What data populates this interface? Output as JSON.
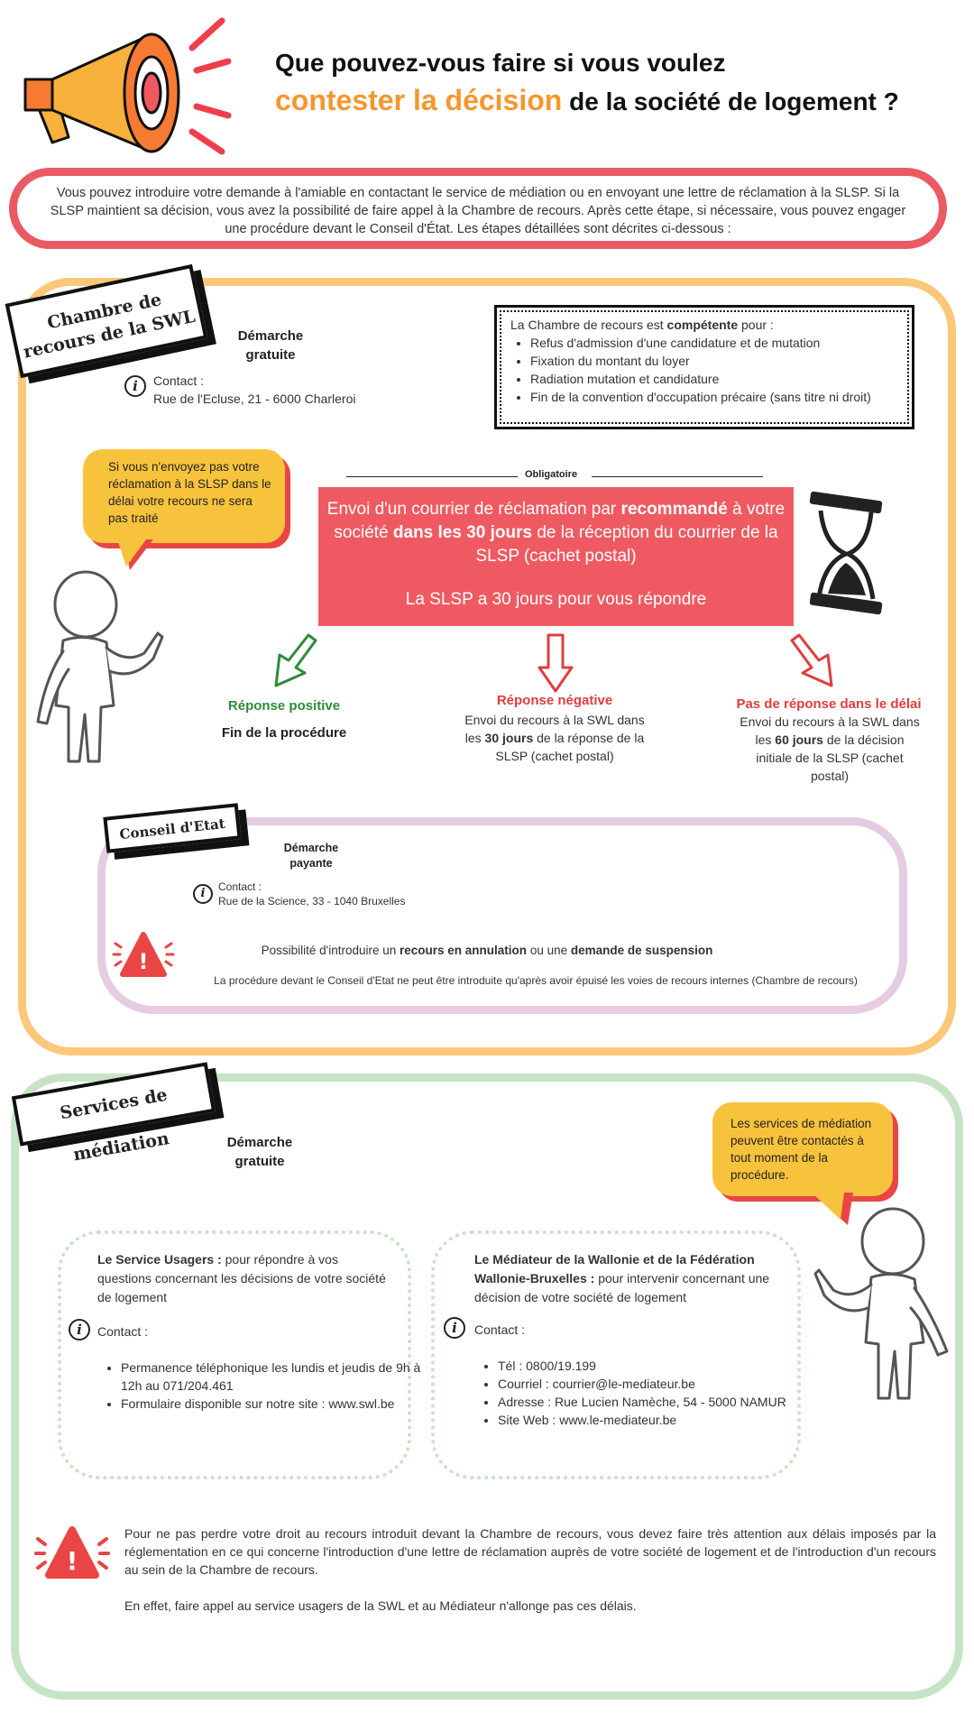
{
  "header": {
    "title_line1": "Que pouvez-vous faire si vous voulez",
    "title_highlight": "contester la décision",
    "title_rest": "de la société de logement ?"
  },
  "intro": {
    "text": "Vous pouvez introduire votre demande à l'amiable en contactant le service de médiation ou en envoyant une lettre de réclamation à la SLSP. Si la SLSP maintient sa décision, vous avez la possibilité de faire appel à la Chambre de recours. Après cette étape, si nécessaire, vous pouvez engager une procédure devant le Conseil d'État. Les étapes détaillées sont décrites ci-dessous :"
  },
  "chambre": {
    "tag": "Chambre de recours de la SWL",
    "demarche": "Démarche gratuite",
    "contact_label": "Contact :",
    "contact_address": "Rue de l'Ecluse, 21 - 6000 Charleroi",
    "competent_intro": "La Chambre de recours est",
    "competent_bold": "compétente",
    "competent_after": "pour :",
    "competent_items": [
      "Refus d'admission d'une candidature et de mutation",
      "Fixation du montant du loyer",
      "Radiation mutation et candidature",
      "Fin de la convention d'occupation précaire (sans titre ni droit)"
    ],
    "bubble": "Si vous n'envoyez pas votre réclamation à la SLSP dans le délai votre recours ne sera pas traité",
    "obligatoire": "Obligatoire",
    "envoi_a": "Envoi d'un courrier de réclamation par",
    "envoi_b": "recommandé",
    "envoi_c": "à votre société",
    "envoi_d": "dans les 30 jours",
    "envoi_e": "de la réception du courrier de la SLSP (cachet postal)",
    "slsp_30": "La SLSP a 30 jours pour vous répondre",
    "positive_title": "Réponse positive",
    "positive_text": "Fin de la procédure",
    "negative_title": "Réponse négative",
    "negative_a": "Envoi du recours à la SWL dans les",
    "negative_b": "30 jours",
    "negative_c": "de la réponse de la SLSP (cachet postal)",
    "noreply_title": "Pas de réponse dans le délai",
    "noreply_a": "Envoi du recours à la SWL dans les",
    "noreply_b": "60 jours",
    "noreply_c": "de la décision initiale de la SLSP (cachet postal)"
  },
  "conseil": {
    "tag": "Conseil d'Etat",
    "demarche": "Démarche payante",
    "contact_label": "Contact :",
    "contact_address": "Rue de la Science, 33 - 1040 Bruxelles",
    "possibility_a": "Possibilité d'introduire un",
    "possibility_b": "recours en annulation",
    "possibility_c": "ou une",
    "possibility_d": "demande de suspension",
    "note": "La procédure devant le Conseil d'Etat ne peut être introduite qu'après avoir épuisé les voies de recours internes (Chambre de recours)"
  },
  "mediation": {
    "tag": "Services de médiation",
    "demarche": "Démarche gratuite",
    "bubble": "Les services de médiation peuvent être contactés à tout moment de la procédure.",
    "usagers_bold": "Le Service Usagers :",
    "usagers_text": "pour répondre à vos questions concernant les décisions de votre société de logement",
    "usagers_contact": "Contact :",
    "usagers_items": [
      "Permanence téléphonique les lundis et jeudis de 9h à 12h au 071/204.461",
      "Formulaire disponible sur notre site : www.swl.be"
    ],
    "mediateur_bold": "Le Médiateur de la Wallonie et de la Fédération Wallonie-Bruxelles :",
    "mediateur_text": "pour intervenir concernant une décision de votre société de logement",
    "mediateur_contact": "Contact :",
    "mediateur_items": [
      "Tél : 0800/19.199",
      "Courriel : courrier@le-mediateur.be",
      "Adresse : Rue Lucien Namèche, 54 - 5000 NAMUR",
      "Site Web : www.le-mediateur.be"
    ],
    "warning_p1": "Pour ne pas perdre votre droit au recours introduit devant la Chambre de recours, vous devez faire très attention aux délais imposés par la réglementation en ce qui concerne l'introduction d'une lettre de réclamation auprès de votre société de logement et de l'introduction d'un recours au sein de la Chambre de recours.",
    "warning_p2": "En effet, faire appel au service usagers de la SWL et au Médiateur n'allonge pas ces délais."
  },
  "icons": {
    "info": "i",
    "warning": "!"
  },
  "colors": {
    "orange": "#f7962e",
    "red": "#ef5a62",
    "yellow": "#f8c33c",
    "yellow_border": "#fbc779",
    "green_border": "#c7e3c6",
    "violet_border": "#e6cce3",
    "green_text": "#2e8b3a"
  }
}
